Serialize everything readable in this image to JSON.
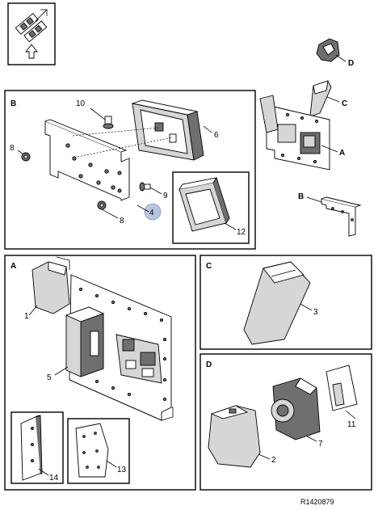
{
  "sections": {
    "b": "B",
    "a": "A",
    "c": "C",
    "d": "D"
  },
  "overview": {
    "label_a": "A",
    "label_b": "B",
    "label_c": "C",
    "label_d": "D"
  },
  "callouts": {
    "c1": "1",
    "c2": "2",
    "c3": "3",
    "c4": "4",
    "c5": "5",
    "c6": "6",
    "c7": "7",
    "c8a": "8",
    "c8b": "8",
    "c9": "9",
    "c10": "10",
    "c11": "11",
    "c12": "12",
    "c13": "13",
    "c14": "14"
  },
  "reference": "R1420879"
}
